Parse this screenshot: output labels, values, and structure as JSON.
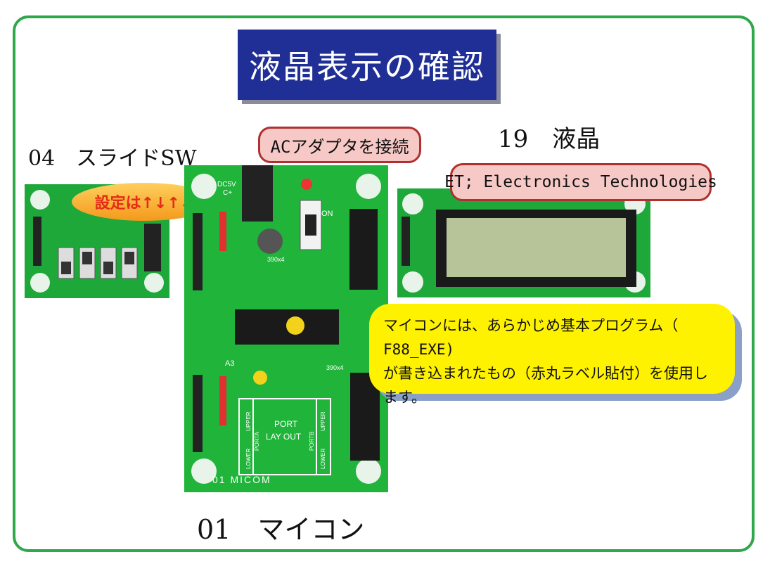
{
  "title": "液晶表示の確認",
  "labels": {
    "slide_sw": "04　スライドSW",
    "lcd": "19　液晶",
    "micom": "01　マイコン"
  },
  "callouts": {
    "ac_adapter": "ACアダプタを接続",
    "setting": "設定は↑↓↑↓",
    "et": "ET; Electronics Technologies",
    "note_line1": "マイコンには、あらかじめ基本プログラム（ F88_EXE)",
    "note_line2": "が書き込まれたもの（赤丸ラベル貼付）を使用します。"
  },
  "board_silkscreen": {
    "dc5v": "DC5V",
    "cplus": "C+",
    "on": "ON",
    "r390a": "390x4",
    "r390b": "390x4",
    "a3": "A3",
    "port": "PORT",
    "layout": "LAY OUT",
    "upper": "UPPER",
    "lower": "LOWER",
    "porta": "PORTA",
    "portb": "PORTB",
    "micom_label": "01 MICOM"
  },
  "colors": {
    "frame": "#2fa84a",
    "title_bg": "#1f2f96",
    "pcb": "#21b43a",
    "callout_yellow": "#fff200",
    "callout_pink": "#f6c9c7"
  }
}
